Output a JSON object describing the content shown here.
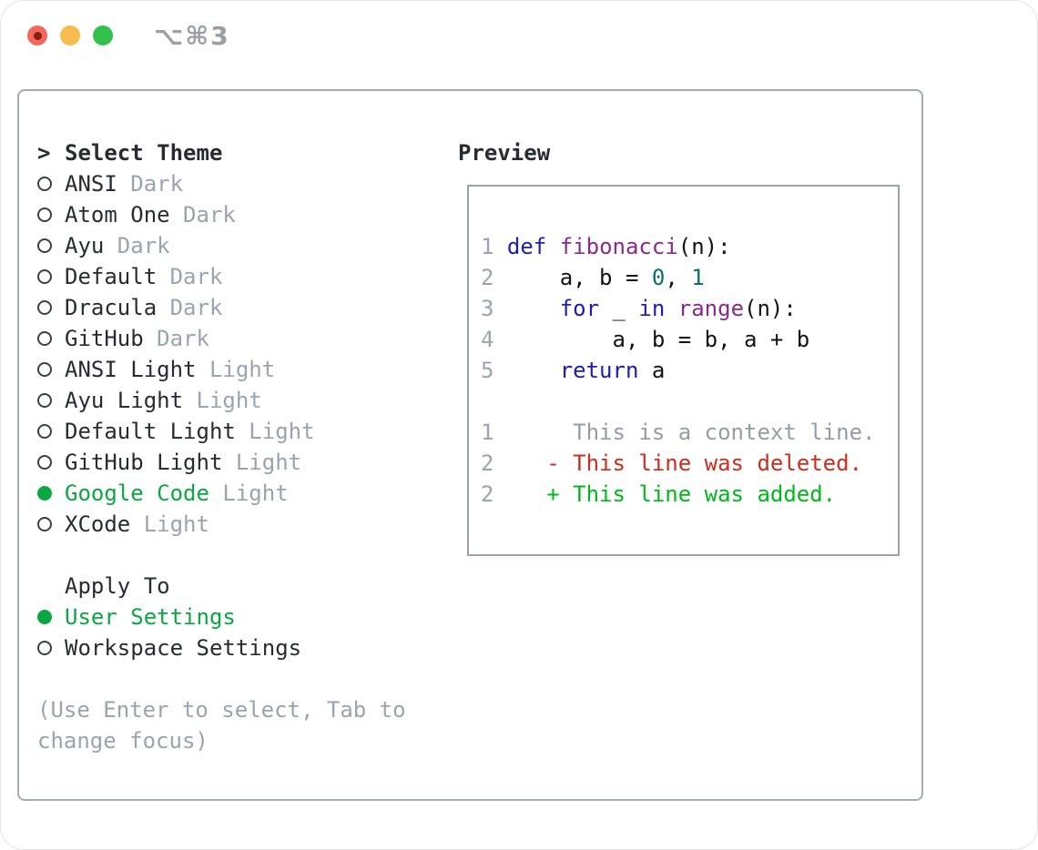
{
  "window": {
    "shortcut": "⌥⌘3"
  },
  "palette": {
    "text": "#272c33",
    "muted": "#9aa4b1",
    "accent_green": "#0ba742",
    "kwd": "#1c1cb8",
    "fn": "#8a2a8a",
    "lit": "#0b6e6e",
    "pln": "#101318",
    "num": "#9aa4b1",
    "ctx": "#939daa",
    "del": "#cc2d1c",
    "add": "#00b81c",
    "panel_border": "#a5abb5",
    "preview_border": "#9aa2ad",
    "traffic_red": "#f2685c",
    "traffic_red_dot": "#8c1b10",
    "traffic_yellow": "#f6bd4e",
    "traffic_green": "#34c04d",
    "shortcut_gray": "#9aa0a6"
  },
  "theme_panel": {
    "header": {
      "marker": ">",
      "label": "Select Theme"
    },
    "themes": [
      {
        "name": "ANSI",
        "variant": "Dark",
        "selected": false
      },
      {
        "name": "Atom One",
        "variant": "Dark",
        "selected": false
      },
      {
        "name": "Ayu",
        "variant": "Dark",
        "selected": false
      },
      {
        "name": "Default",
        "variant": "Dark",
        "selected": false
      },
      {
        "name": "Dracula",
        "variant": "Dark",
        "selected": false
      },
      {
        "name": "GitHub",
        "variant": "Dark",
        "selected": false
      },
      {
        "name": "ANSI Light",
        "variant": "Light",
        "selected": false
      },
      {
        "name": "Ayu Light",
        "variant": "Light",
        "selected": false
      },
      {
        "name": "Default Light",
        "variant": "Light",
        "selected": false
      },
      {
        "name": "GitHub Light",
        "variant": "Light",
        "selected": false
      },
      {
        "name": "Google Code",
        "variant": "Light",
        "selected": true
      },
      {
        "name": "XCode",
        "variant": "Light",
        "selected": false
      }
    ],
    "apply_to": {
      "label": "Apply To",
      "options": [
        {
          "name": "User Settings",
          "selected": true
        },
        {
          "name": "Workspace Settings",
          "selected": false
        }
      ]
    },
    "help_lines": [
      "(Use Enter to select, Tab to",
      "change focus)"
    ]
  },
  "preview": {
    "title": "Preview",
    "lines": [
      [
        {
          "t": "1 ",
          "c": "num"
        },
        {
          "t": "def",
          "c": "kwd"
        },
        {
          "t": " ",
          "c": "pln"
        },
        {
          "t": "fibonacci",
          "c": "fn"
        },
        {
          "t": "(n):",
          "c": "pln"
        }
      ],
      [
        {
          "t": "2 ",
          "c": "num"
        },
        {
          "t": "    a, b = ",
          "c": "pln"
        },
        {
          "t": "0",
          "c": "lit"
        },
        {
          "t": ", ",
          "c": "pln"
        },
        {
          "t": "1",
          "c": "lit"
        }
      ],
      [
        {
          "t": "3 ",
          "c": "num"
        },
        {
          "t": "    ",
          "c": "pln"
        },
        {
          "t": "for",
          "c": "kwd"
        },
        {
          "t": " _ ",
          "c": "pln"
        },
        {
          "t": "in",
          "c": "kwd"
        },
        {
          "t": " ",
          "c": "pln"
        },
        {
          "t": "range",
          "c": "fn"
        },
        {
          "t": "(n):",
          "c": "pln"
        }
      ],
      [
        {
          "t": "4 ",
          "c": "num"
        },
        {
          "t": "        a, b = b, a + b",
          "c": "pln"
        }
      ],
      [
        {
          "t": "5 ",
          "c": "num"
        },
        {
          "t": "    ",
          "c": "pln"
        },
        {
          "t": "return",
          "c": "kwd"
        },
        {
          "t": " a",
          "c": "pln"
        }
      ],
      [],
      [
        {
          "t": "1",
          "c": "num"
        },
        {
          "t": "      This is a context line.",
          "c": "ctx"
        }
      ],
      [
        {
          "t": "2",
          "c": "num"
        },
        {
          "t": "    - This line was deleted.",
          "c": "del"
        }
      ],
      [
        {
          "t": "2",
          "c": "num"
        },
        {
          "t": "    + This line was added.",
          "c": "add"
        }
      ]
    ]
  }
}
